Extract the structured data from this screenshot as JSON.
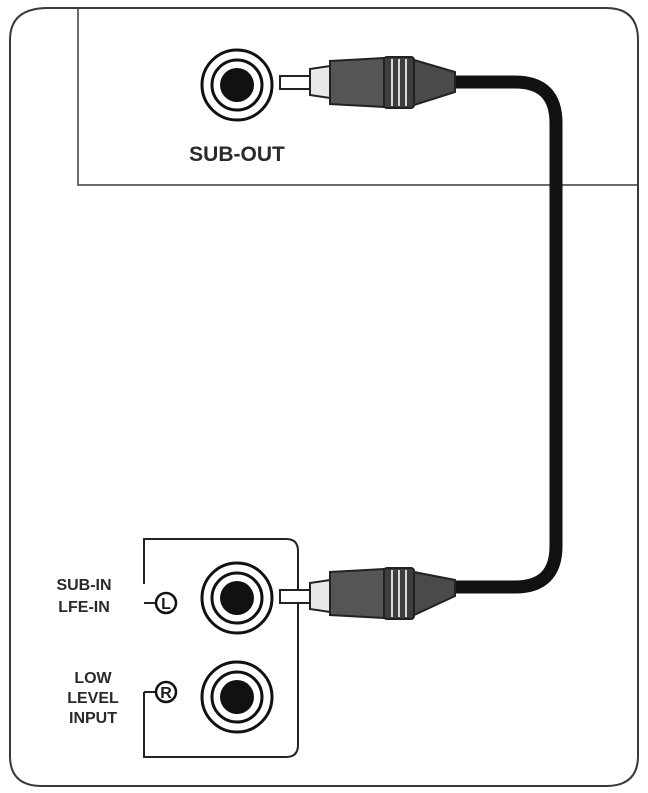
{
  "diagram": {
    "sub_out_label": "SUB-OUT",
    "sub_in_line1": "SUB-IN",
    "sub_in_line2": "LFE-IN",
    "low_level_line1": "LOW",
    "low_level_line2": "LEVEL",
    "low_level_line3": "INPUT",
    "channel_left": "L",
    "channel_right": "R"
  },
  "colors": {
    "panel_outline": "#3a3a3a",
    "background_tint": "#f3f3f1",
    "cable": "#111111",
    "plug_body": "#555555",
    "jack_center": "#111111"
  }
}
